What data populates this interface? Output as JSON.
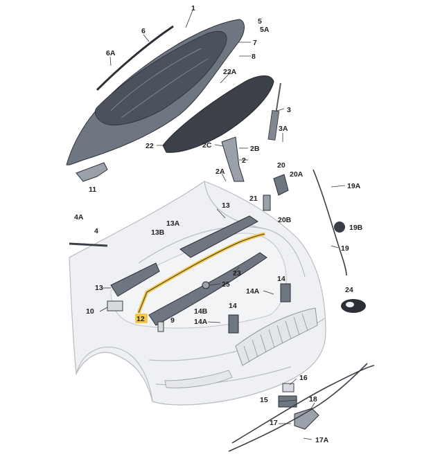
{
  "diagram": {
    "highlight_color": "#f2c94c",
    "part_color": "#6e7682",
    "body_color": "#eef0f3"
  },
  "callouts": [
    {
      "id": "1",
      "text": "1"
    },
    {
      "id": "2",
      "text": "2"
    },
    {
      "id": "2A",
      "text": "2A"
    },
    {
      "id": "2B",
      "text": "2B"
    },
    {
      "id": "2C",
      "text": "2C"
    },
    {
      "id": "3",
      "text": "3"
    },
    {
      "id": "3A",
      "text": "3A"
    },
    {
      "id": "4",
      "text": "4"
    },
    {
      "id": "4A",
      "text": "4A"
    },
    {
      "id": "5",
      "text": "5"
    },
    {
      "id": "5A",
      "text": "5A"
    },
    {
      "id": "6",
      "text": "6"
    },
    {
      "id": "6A",
      "text": "6A"
    },
    {
      "id": "7",
      "text": "7"
    },
    {
      "id": "8",
      "text": "8"
    },
    {
      "id": "9",
      "text": "9"
    },
    {
      "id": "10",
      "text": "10"
    },
    {
      "id": "11",
      "text": "11"
    },
    {
      "id": "12",
      "text": "12"
    },
    {
      "id": "13a",
      "text": "13"
    },
    {
      "id": "13b",
      "text": "13"
    },
    {
      "id": "13A",
      "text": "13A"
    },
    {
      "id": "13B",
      "text": "13B"
    },
    {
      "id": "14a",
      "text": "14"
    },
    {
      "id": "14b",
      "text": "14"
    },
    {
      "id": "14Aa",
      "text": "14A"
    },
    {
      "id": "14Ab",
      "text": "14A"
    },
    {
      "id": "14B",
      "text": "14B"
    },
    {
      "id": "15",
      "text": "15"
    },
    {
      "id": "16",
      "text": "16"
    },
    {
      "id": "17",
      "text": "17"
    },
    {
      "id": "17A",
      "text": "17A"
    },
    {
      "id": "18",
      "text": "18"
    },
    {
      "id": "19",
      "text": "19"
    },
    {
      "id": "19A",
      "text": "19A"
    },
    {
      "id": "19B",
      "text": "19B"
    },
    {
      "id": "20",
      "text": "20"
    },
    {
      "id": "20A",
      "text": "20A"
    },
    {
      "id": "20B",
      "text": "20B"
    },
    {
      "id": "21",
      "text": "21"
    },
    {
      "id": "22",
      "text": "22"
    },
    {
      "id": "22A",
      "text": "22A"
    },
    {
      "id": "23",
      "text": "23"
    },
    {
      "id": "24",
      "text": "24"
    },
    {
      "id": "25",
      "text": "25"
    }
  ]
}
